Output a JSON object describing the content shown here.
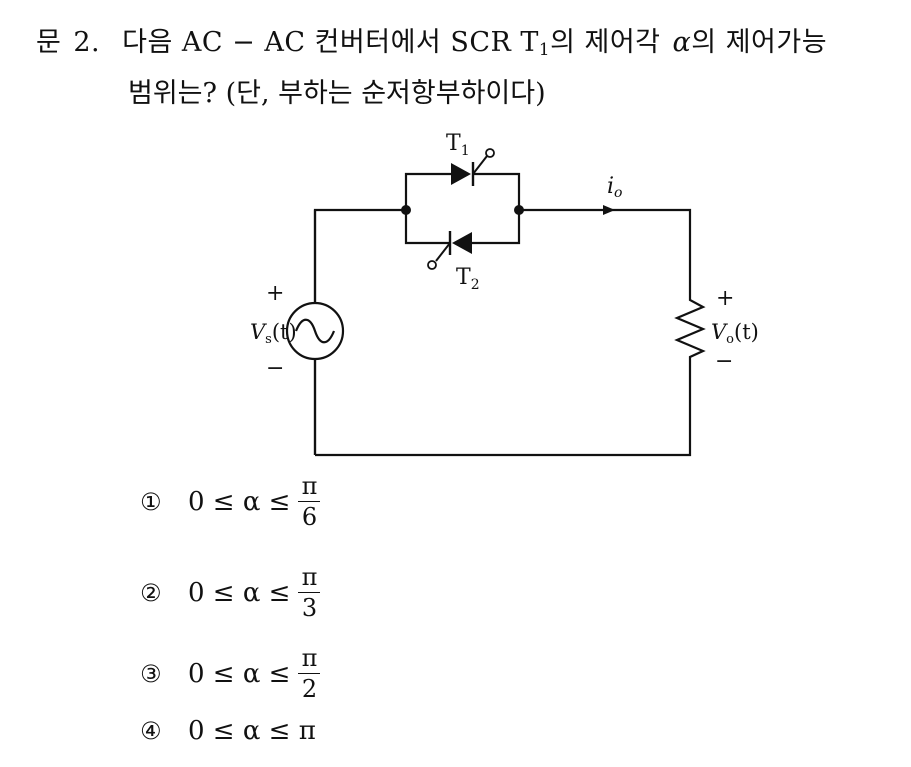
{
  "question": {
    "label": "문",
    "number": "2.",
    "line1_a": "다음 AC − AC 컨버터에서 SCR T",
    "line1_sub": "1",
    "line1_b": "의 제어각",
    "alpha": "α",
    "line1_c": "의 제어가능",
    "line2": "범위는? (단, 부하는 순저항부하이다)"
  },
  "circuit": {
    "scr_top_label": "T",
    "scr_top_sub": "1",
    "scr_bottom_label": "T",
    "scr_bottom_sub": "2",
    "current_label": "i",
    "current_sub": "o",
    "source_plus": "+",
    "source_minus": "−",
    "source_label": "V",
    "source_sub": "s",
    "source_arg": "(t)",
    "load_plus": "+",
    "load_minus": "−",
    "load_label": "V",
    "load_sub": "o",
    "load_arg": "(t)"
  },
  "options": [
    {
      "marker": "①",
      "inequality": "0 ≤ α ≤",
      "num": "π",
      "den": "6"
    },
    {
      "marker": "②",
      "inequality": "0 ≤ α ≤",
      "num": "π",
      "den": "3"
    },
    {
      "marker": "③",
      "inequality": "0 ≤ α ≤",
      "num": "π",
      "den": "2"
    },
    {
      "marker": "④",
      "inequality": "0 ≤ α ≤ π"
    }
  ]
}
